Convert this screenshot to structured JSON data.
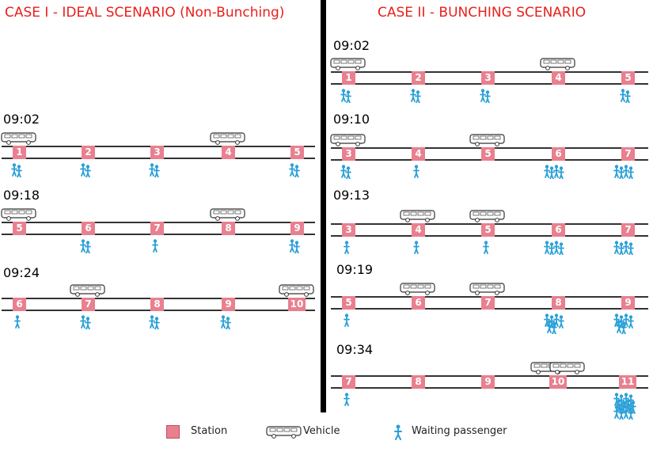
{
  "colors": {
    "title": "#e8201c",
    "station": "#e8808f",
    "passenger": "#2aa0d8",
    "road": "#333333",
    "divider": "#000000"
  },
  "case1": {
    "title": "CASE I - IDEAL SCENARIO (Non-Bunching)",
    "rows": [
      {
        "time": "09:02",
        "stations": [
          "1",
          "2",
          "3",
          "4",
          "5"
        ],
        "buses": [
          1,
          4
        ],
        "pax": [
          2,
          2,
          2,
          0,
          2
        ]
      },
      {
        "time": "09:18",
        "stations": [
          "5",
          "6",
          "7",
          "8",
          "9"
        ],
        "buses": [
          1,
          4
        ],
        "pax": [
          0,
          2,
          1,
          0,
          2
        ]
      },
      {
        "time": "09:24",
        "stations": [
          "6",
          "7",
          "8",
          "9",
          "10"
        ],
        "buses": [
          2,
          5
        ],
        "pax": [
          1,
          2,
          2,
          2,
          0
        ]
      }
    ]
  },
  "case2": {
    "title": "CASE II - BUNCHING SCENARIO",
    "rows": [
      {
        "time": "09:02",
        "stations": [
          "1",
          "2",
          "3",
          "4",
          "5"
        ],
        "buses": [
          1,
          4
        ],
        "pax": [
          2,
          2,
          2,
          0,
          2
        ]
      },
      {
        "time": "09:10",
        "stations": [
          "3",
          "4",
          "5",
          "6",
          "7"
        ],
        "buses": [
          1,
          3
        ],
        "pax": [
          2,
          1,
          0,
          4,
          4
        ]
      },
      {
        "time": "09:13",
        "stations": [
          "3",
          "4",
          "5",
          "6",
          "7"
        ],
        "buses": [
          2,
          3
        ],
        "pax": [
          1,
          1,
          1,
          4,
          4
        ]
      },
      {
        "time": "09:19",
        "stations": [
          "5",
          "6",
          "7",
          "8",
          "9"
        ],
        "buses": [
          2,
          3
        ],
        "pax": [
          1,
          0,
          0,
          6,
          6
        ]
      },
      {
        "time": "09:34",
        "stations": [
          "7",
          "8",
          "9",
          "10",
          "11"
        ],
        "buses": [
          4,
          4
        ],
        "pax": [
          1,
          0,
          0,
          0,
          12
        ]
      }
    ]
  },
  "legend": {
    "station": "Station",
    "vehicle": "Vehicle",
    "passenger": "Waiting passenger"
  },
  "icons": {
    "bus": "bus-icon",
    "passenger": "person-icon"
  }
}
